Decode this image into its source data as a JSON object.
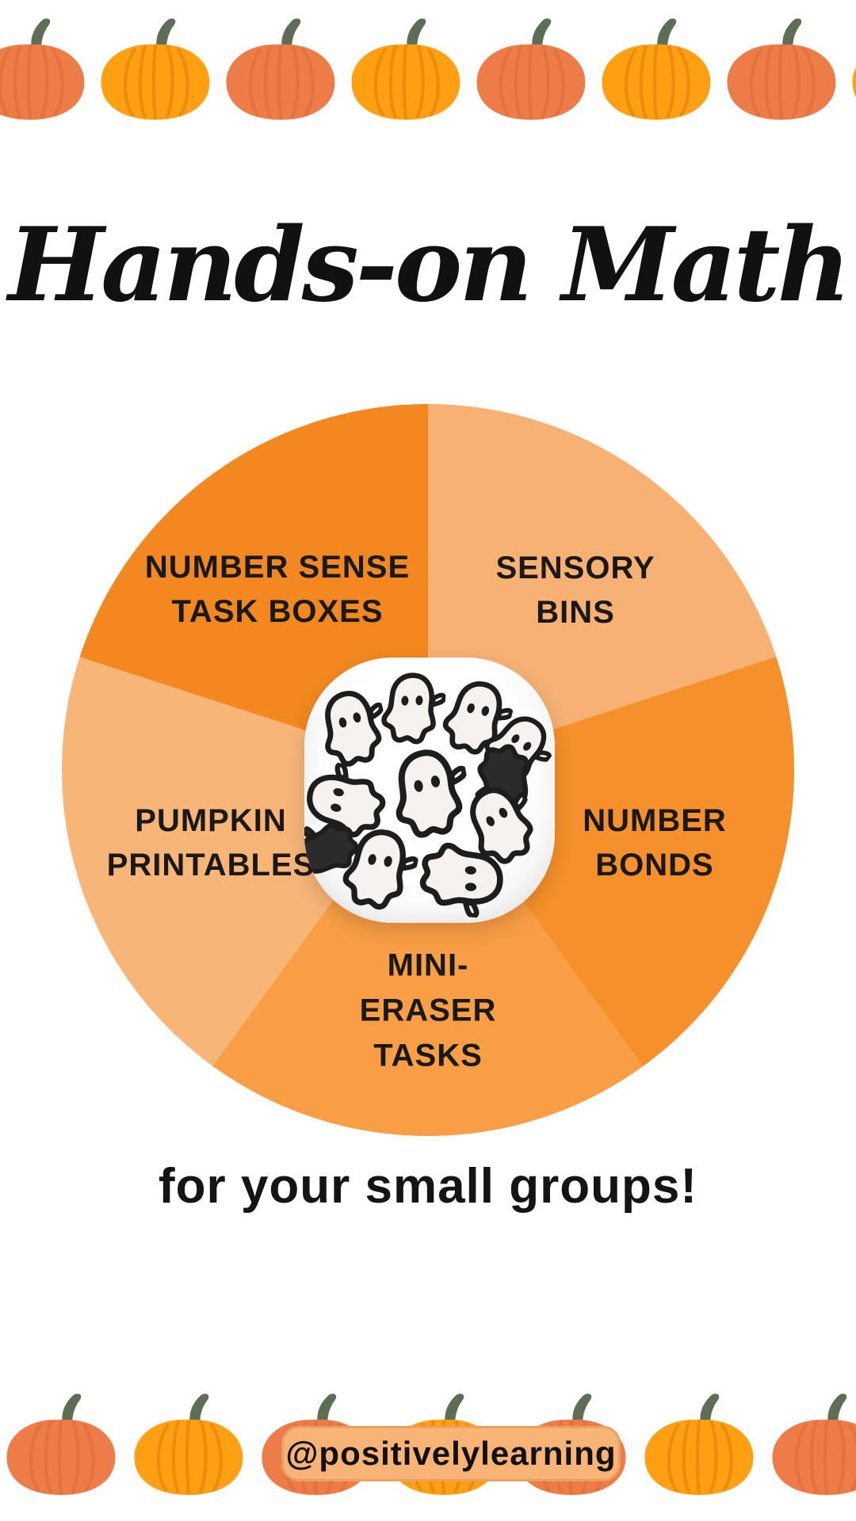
{
  "title": "Hands-on Math",
  "subtitle": "for your small groups!",
  "badge": "@positivelylearning",
  "wheel": {
    "center_photo": "white dish of black-and-white ghost mini erasers",
    "segments": [
      {
        "id": "sensory-bins",
        "lines": [
          "SENSORY",
          "BINS"
        ],
        "color": "#F6B173"
      },
      {
        "id": "number-bonds",
        "lines": [
          "NUMBER",
          "BONDS"
        ],
        "color": "#F5902A"
      },
      {
        "id": "mini-eraser-tasks",
        "lines": [
          "MINI-",
          "ERASER",
          "TASKS"
        ],
        "color": "#F89E45"
      },
      {
        "id": "pumpkin-printables",
        "lines": [
          "PUMPKIN",
          "PRINTABLES"
        ],
        "color": "#F7B678"
      },
      {
        "id": "number-sense-task-boxes",
        "lines": [
          "NUMBER SENSE",
          "TASK BOXES"
        ],
        "color": "#F2881F"
      }
    ]
  },
  "chart_data": {
    "type": "pie",
    "title": "Hands-on Math for your small groups!",
    "categories": [
      "Sensory Bins",
      "Number Bonds",
      "Mini-Eraser Tasks",
      "Pumpkin Printables",
      "Number Sense Task Boxes"
    ],
    "values": [
      20,
      20,
      20,
      20,
      20
    ],
    "units": "percent (five equal 72° slices)",
    "legend_position": "labels inside slices",
    "start_angle_deg": 0,
    "direction": "clockwise from 12 o'clock"
  },
  "decor": {
    "pumpkin_border_top_count": 8,
    "pumpkin_border_bottom_count": 7,
    "pumpkin_pattern": "alternating salmon and bright orange with green stems",
    "ghost_eraser_count": 11
  },
  "colors": {
    "background": "#FFFFFF",
    "title_text": "#111111",
    "label_text": "#191919",
    "pumpkin_salmon": "#ED7C49",
    "pumpkin_salmon_ridge": "#D96534",
    "pumpkin_bright": "#FFA013",
    "pumpkin_bright_ridge": "#E98A0C",
    "pumpkin_stem": "#5D6E57",
    "badge_bg": "#F8B477",
    "badge_border": "#ED9F5F",
    "ghost_fill": "#F6F3EF",
    "ghost_outline": "#1D1D1D",
    "seg_sensory": "#F6B173",
    "seg_bonds": "#F5902A",
    "seg_mini": "#F89E45",
    "seg_printables": "#F7B678",
    "seg_sense": "#F2881F"
  }
}
